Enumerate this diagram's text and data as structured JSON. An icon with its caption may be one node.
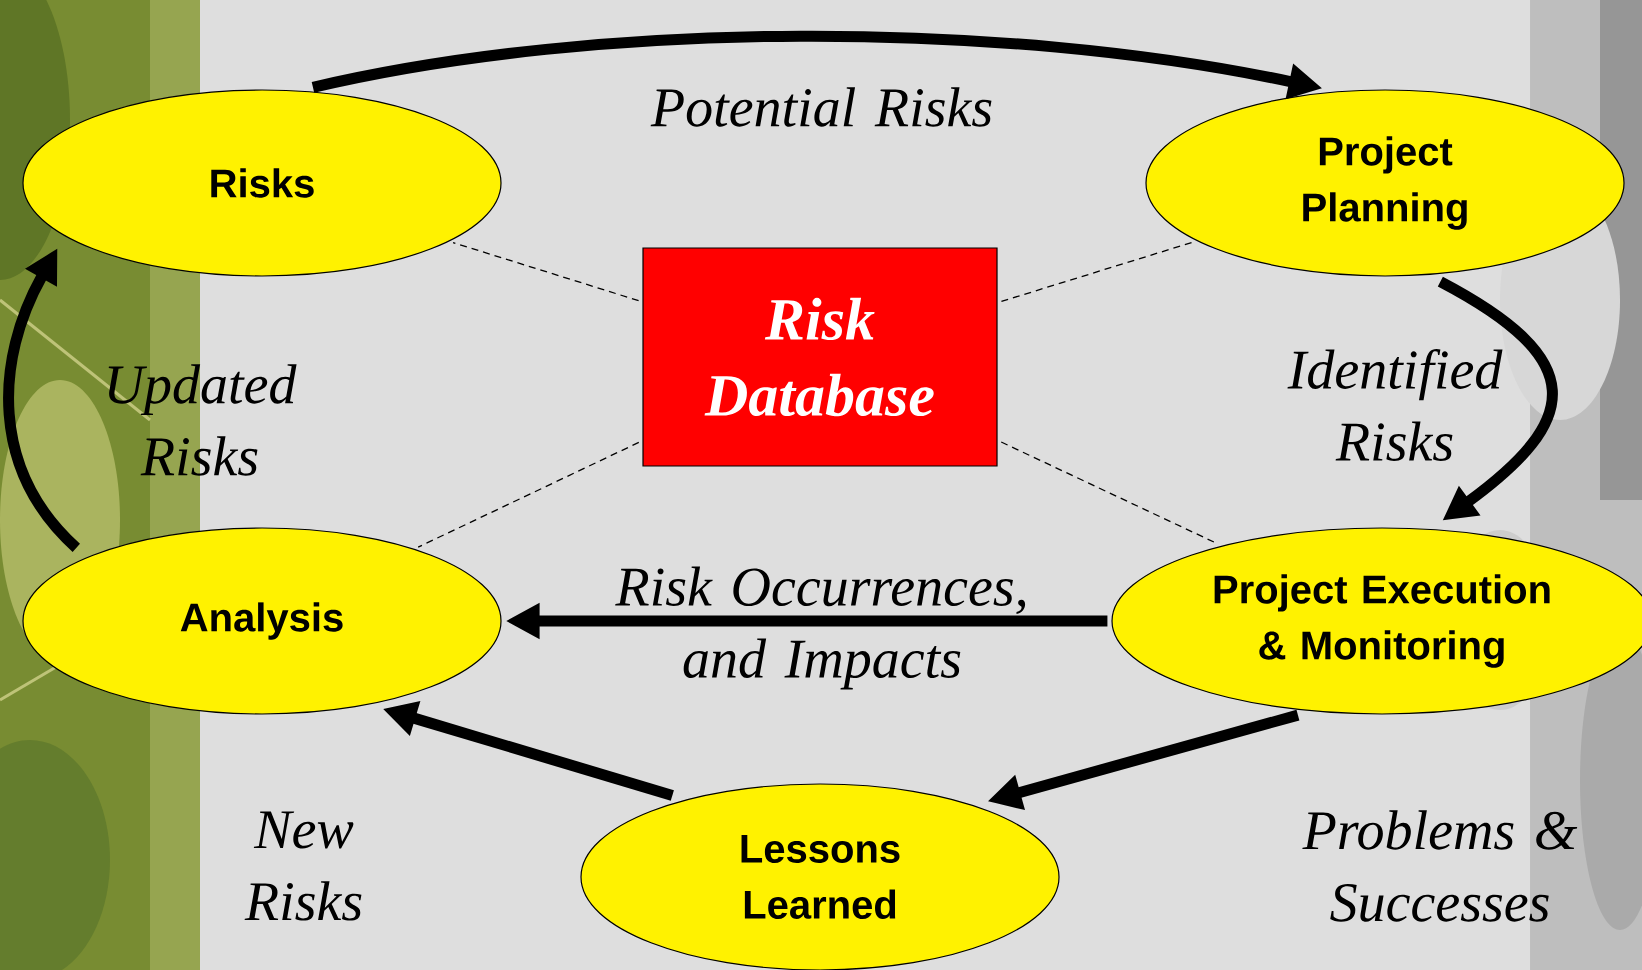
{
  "diagram": {
    "nodes": [
      {
        "text": [
          "Risks"
        ]
      },
      {
        "text": [
          "Project Planning"
        ]
      },
      {
        "text": [
          "Risk Database"
        ]
      },
      {
        "text": [
          "Analysis"
        ]
      },
      {
        "text": [
          "Project Execution & Monitoring"
        ]
      },
      {
        "text": [
          "Lessons Learned"
        ]
      }
    ],
    "edges": [
      {
        "from": 0,
        "to": 1,
        "arrow": "to",
        "label": "Potential Risks"
      },
      {
        "from": 1,
        "to": 4,
        "arrow": "to",
        "label": "Identified Risks"
      },
      {
        "from": 4,
        "to": 3,
        "arrow": "to",
        "label": "Risk Occurrences, and Impacts"
      },
      {
        "from": 4,
        "to": 5,
        "arrow": "to",
        "label": "Problems & Successes"
      },
      {
        "from": 5,
        "to": 3,
        "arrow": "to",
        "label": "New Risks"
      },
      {
        "from": 3,
        "to": 0,
        "arrow": "to",
        "label": "Updated Risks"
      },
      {
        "from": 2,
        "to": 0,
        "arrow": "none",
        "style": "dashed"
      },
      {
        "from": 2,
        "to": 1,
        "arrow": "none",
        "style": "dashed"
      },
      {
        "from": 2,
        "to": 3,
        "arrow": "none",
        "style": "dashed"
      },
      {
        "from": 2,
        "to": 4,
        "arrow": "none",
        "style": "dashed"
      }
    ]
  }
}
